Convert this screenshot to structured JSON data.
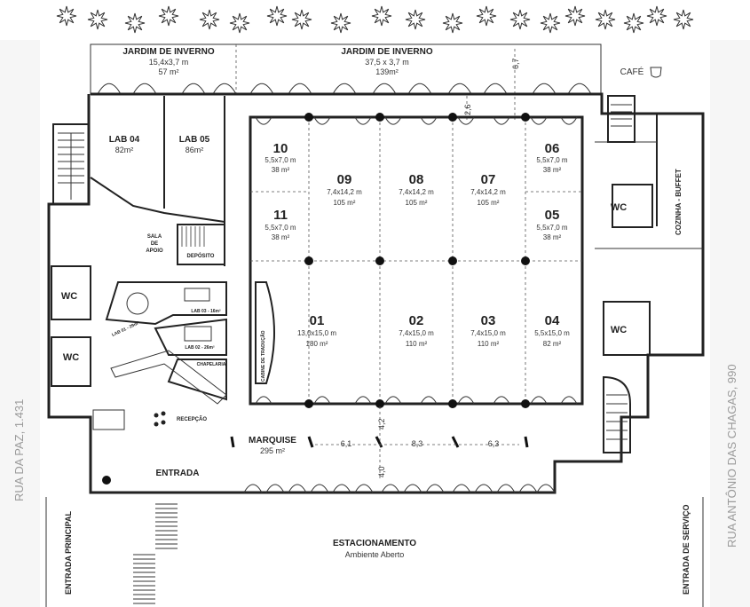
{
  "streets": {
    "left": "RUA DA PAZ, 1.431",
    "right": "RUA ANTÔNIO DAS CHAGAS, 990"
  },
  "entrances": {
    "main": "ENTRADA PRINCIPAL",
    "service": "ENTRADA DE SERVIÇO",
    "entrada": "ENTRADA"
  },
  "gardens": [
    {
      "name": "JARDIM DE INVERNO",
      "dims": "15,4x3,7 m",
      "area": "57 m²"
    },
    {
      "name": "JARDIM DE INVERNO",
      "dims": "37,5 x 3,7 m",
      "area": "139m²"
    }
  ],
  "labs": [
    {
      "name": "LAB 04",
      "area": "82m²"
    },
    {
      "name": "LAB 05",
      "area": "86m²"
    }
  ],
  "small_rooms": {
    "sala_apoio": [
      "SALA",
      "DE",
      "APOIO"
    ],
    "deposito": "DEPÓSITO",
    "lab03": "LAB 03 - 16m²",
    "lab01": "LAB 01 - 29m²",
    "lab02": "LAB 02 - 26m²",
    "chapelaria": "CHAPELARIA",
    "recepcao": "RECEPÇÃO",
    "cabine": "CABINE DE TRADUÇÃO"
  },
  "rooms_upper": [
    {
      "num": "10",
      "dims": "5,5x7,0 m",
      "area": "38 m²"
    },
    {
      "num": "11",
      "dims": "5,5x7,0 m",
      "area": "38 m²"
    },
    {
      "num": "09",
      "dims": "7,4x14,2 m",
      "area": "105 m²"
    },
    {
      "num": "08",
      "dims": "7,4x14,2 m",
      "area": "105 m²"
    },
    {
      "num": "07",
      "dims": "7,4x14,2 m",
      "area": "105 m²"
    },
    {
      "num": "06",
      "dims": "5,5x7,0 m",
      "area": "38 m²"
    },
    {
      "num": "05",
      "dims": "5,5x7,0 m",
      "area": "38 m²"
    }
  ],
  "rooms_lower": [
    {
      "num": "01",
      "dims": "13,0x15,0 m",
      "area": "180 m²"
    },
    {
      "num": "02",
      "dims": "7,4x15,0 m",
      "area": "110 m²"
    },
    {
      "num": "03",
      "dims": "7,4x15,0 m",
      "area": "110 m²"
    },
    {
      "num": "04",
      "dims": "5,5x15,0 m",
      "area": "82 m²"
    }
  ],
  "wc": "WC",
  "cafe": "CAFÉ",
  "kitchen": "COZINHA - BUFFET",
  "marquise": {
    "name": "MARQUISE",
    "area": "295 m²"
  },
  "measurements": [
    "6,1",
    "8,3",
    "6,3",
    "4,2",
    "4,0",
    "2,6",
    "6,7"
  ],
  "parking": {
    "name": "ESTACIONAMENTO",
    "sub": "Ambiente Aberto"
  }
}
